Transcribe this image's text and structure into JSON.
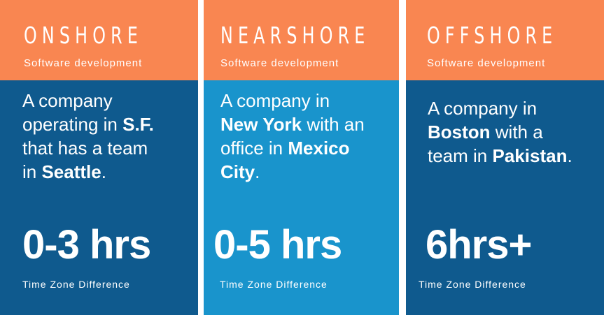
{
  "colors": {
    "header": "#f98651",
    "onshore_body": "#0f5a8e",
    "nearshore_body": "#1994cc",
    "offshore_body": "#0f5a8e",
    "text": "#ffffff"
  },
  "columns": [
    {
      "title": "ONSHORE",
      "subtitle": "Software development",
      "description": {
        "l1": "A company",
        "l2a": "operating in ",
        "l2b": "S.F.",
        "l3": "that has a team",
        "l4a": "in ",
        "l4b": "Seattle",
        "l4c": "."
      },
      "hours": "0-3 hrs",
      "footer": "Time Zone Difference"
    },
    {
      "title": "NEARSHORE",
      "subtitle": "Software development",
      "description": {
        "l1": "A company in",
        "l2a": "New York",
        "l2b": " with an",
        "l3a": "office in ",
        "l3b": "Mexico",
        "l4a": "City",
        "l4b": "."
      },
      "hours": "0-5 hrs",
      "footer": "Time Zone Difference"
    },
    {
      "title": "OFFSHORE",
      "subtitle": "Software development",
      "description": {
        "l1": "A company in",
        "l2a": "Boston",
        "l2b": " with a",
        "l3a": "team in ",
        "l3b": "Pakistan",
        "l3c": "."
      },
      "hours": "6hrs+",
      "footer": "Time Zone Difference"
    }
  ]
}
